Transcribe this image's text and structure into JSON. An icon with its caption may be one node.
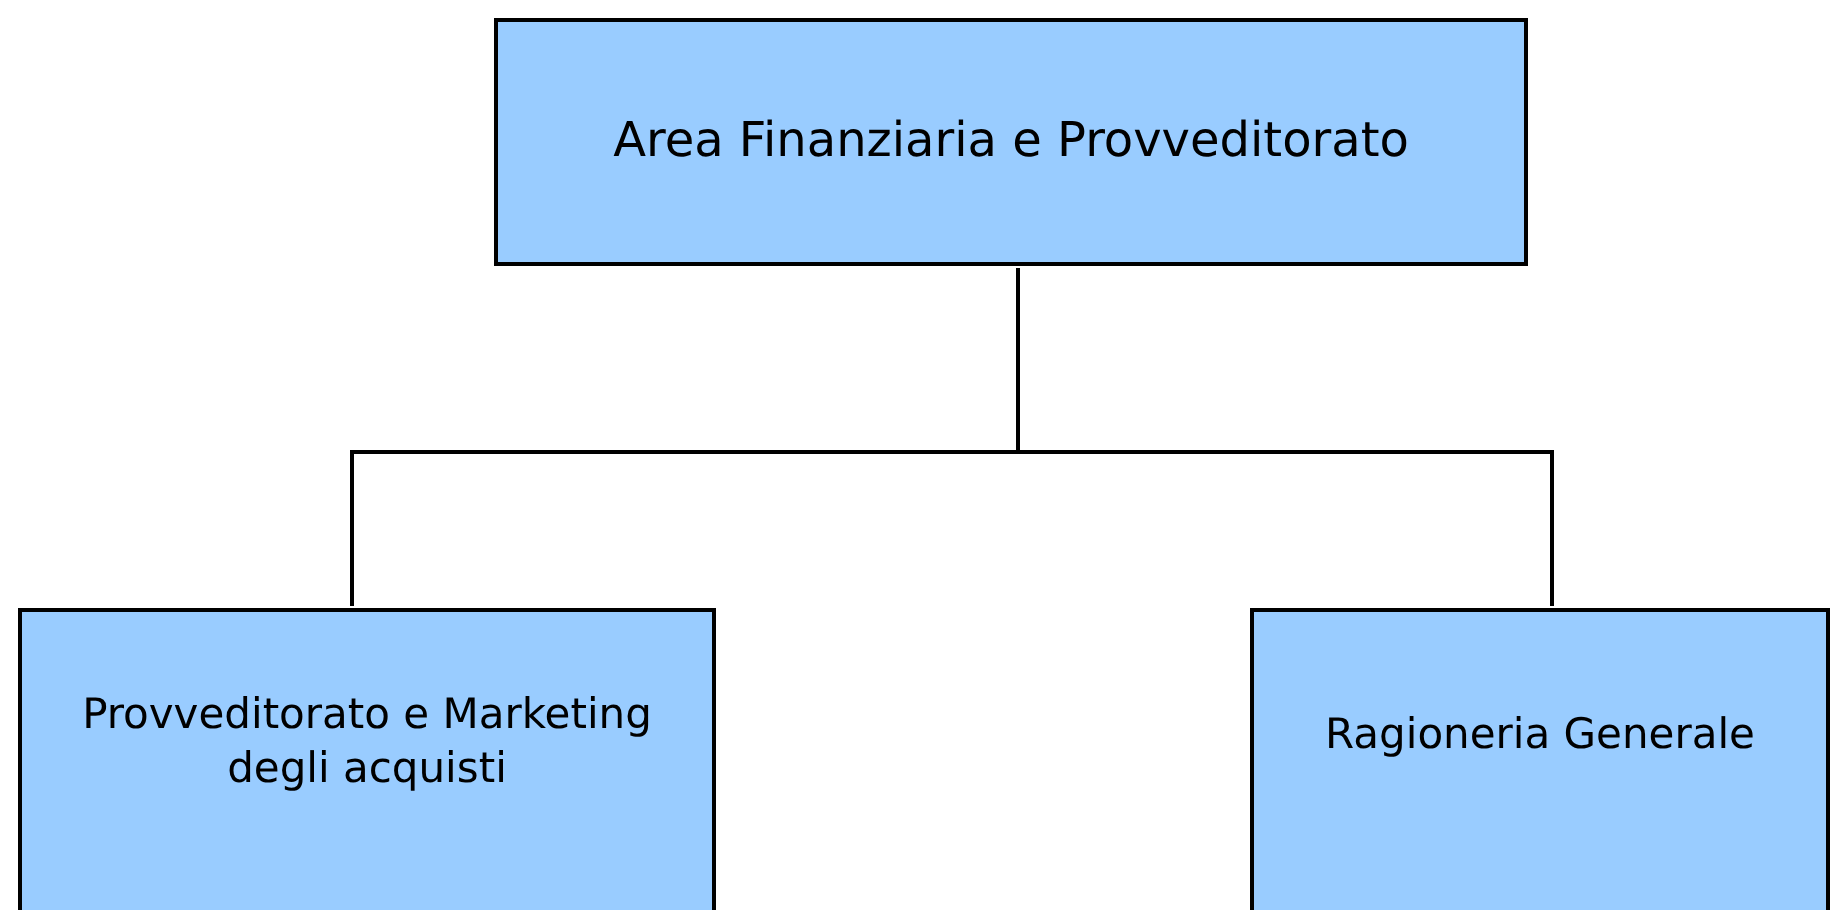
{
  "diagram": {
    "nodes": [
      {
        "text": [
          "Area Finanziaria e Provveditorato"
        ]
      },
      {
        "text": [
          "Provveditorato e Marketing degli acquisti"
        ]
      },
      {
        "text": [
          "Ragioneria Generale"
        ]
      }
    ],
    "edges": [
      {
        "from": 0,
        "to": 1,
        "arrow": "none"
      },
      {
        "from": 0,
        "to": 2,
        "arrow": "none"
      }
    ]
  }
}
